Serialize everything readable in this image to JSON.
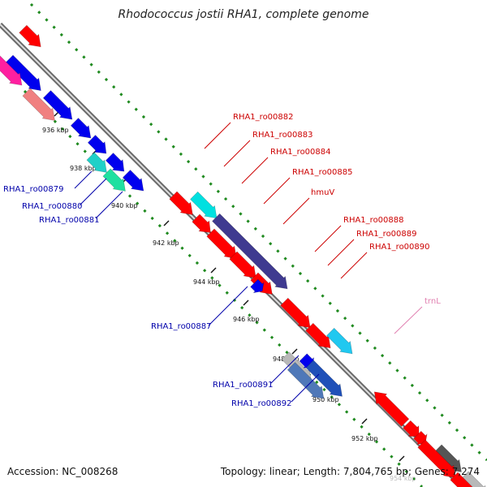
{
  "title": "Rhodococcus jostii RHA1, complete genome",
  "accession": "Accession: NC_008268",
  "topology": "Topology: linear; Length: 7,804,765 bp; Genes: 7,274",
  "colors": {
    "backbone": "#8a8a8a",
    "dots": "#1f8a1f",
    "tick": "#111111",
    "forward_label": "#cc0000",
    "reverse_label": "#0000aa",
    "trna_label": "#e07fb0"
  },
  "scale_labels": [
    "936 kbp",
    "938 kbp",
    "940 kbp",
    "942 kbp",
    "944 kbp",
    "946 kbp",
    "948 kbp",
    "950 kbp",
    "952 kbp",
    "954 kbp"
  ],
  "forward_labels": [
    "RHA1_ro00882",
    "RHA1_ro00883",
    "RHA1_ro00884",
    "RHA1_ro00885",
    "hmuV",
    "RHA1_ro00888",
    "RHA1_ro00889",
    "RHA1_ro00890"
  ],
  "reverse_labels": [
    "RHA1_ro00879",
    "RHA1_ro00880",
    "RHA1_ro00881",
    "RHA1_ro00887",
    "RHA1_ro00891",
    "RHA1_ro00892"
  ],
  "trna_labels": [
    "trnL"
  ]
}
